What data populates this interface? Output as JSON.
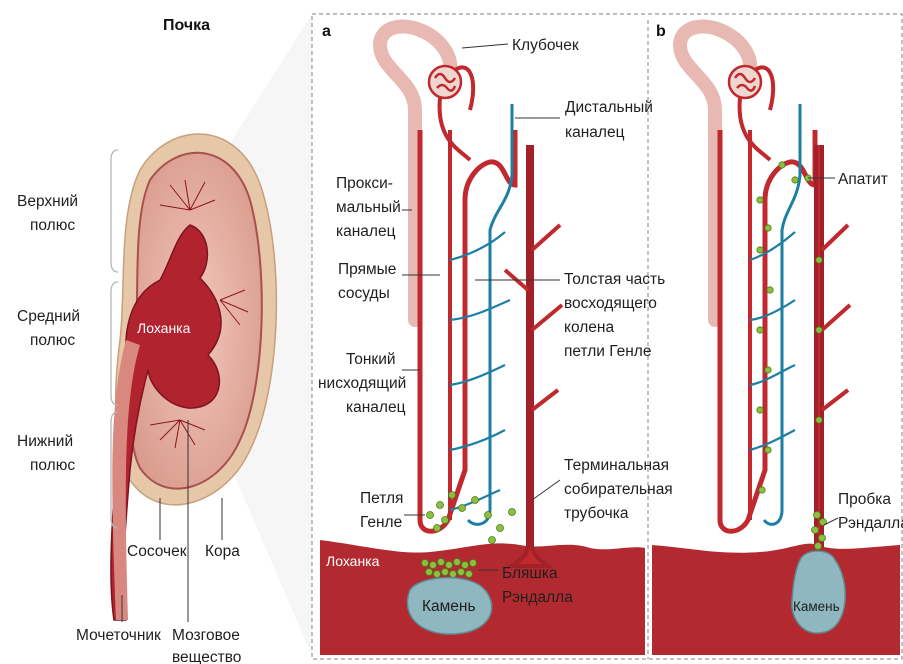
{
  "kidney": {
    "title": "Почка",
    "upper_pole": [
      "Верхний",
      "полюс"
    ],
    "middle_pole": [
      "Средний",
      "полюс"
    ],
    "lower_pole": [
      "Нижний",
      "полюс"
    ],
    "pelvis": "Лоханка",
    "papilla": "Сосочек",
    "cortex": "Кора",
    "ureter": "Мочеточник",
    "medulla": [
      "Мозговое",
      "вещество"
    ]
  },
  "panel_a": {
    "letter": "a",
    "glomerulus": "Клубочек",
    "distal_tubule": [
      "Дистальный",
      "каналец"
    ],
    "proximal_tubule": [
      "Прокси-",
      "мальный",
      "каналец"
    ],
    "vasa_recta": [
      "Прямые",
      "сосуды"
    ],
    "thick_ascending": [
      "Толстая часть",
      "восходящего",
      "колена",
      "петли Генле"
    ],
    "thin_descending": [
      "Тонкий",
      "нисходящий",
      "каналец"
    ],
    "terminal_collecting": [
      "Терминальная",
      "собирательная",
      "трубочка"
    ],
    "loop_of_henle": [
      "Петля",
      "Генле"
    ],
    "pelvis": "Лоханка",
    "randall_plaque": [
      "Бляшка",
      "Рэндалла"
    ],
    "stone": "Камень"
  },
  "panel_b": {
    "letter": "b",
    "apatite": "Апатит",
    "randall_plug": [
      "Пробка",
      "Рэндалла"
    ],
    "stone": "Камень"
  },
  "colors": {
    "artery_red": "#c0292e",
    "dark_red": "#8e1520",
    "vein_blue": "#1d7fa3",
    "tubule_pink": "#e8b9b3",
    "stone_blue": "#8eb7c0",
    "crystal_green": "#8bbf3f",
    "cortex_tan": "#e6c7a8"
  }
}
